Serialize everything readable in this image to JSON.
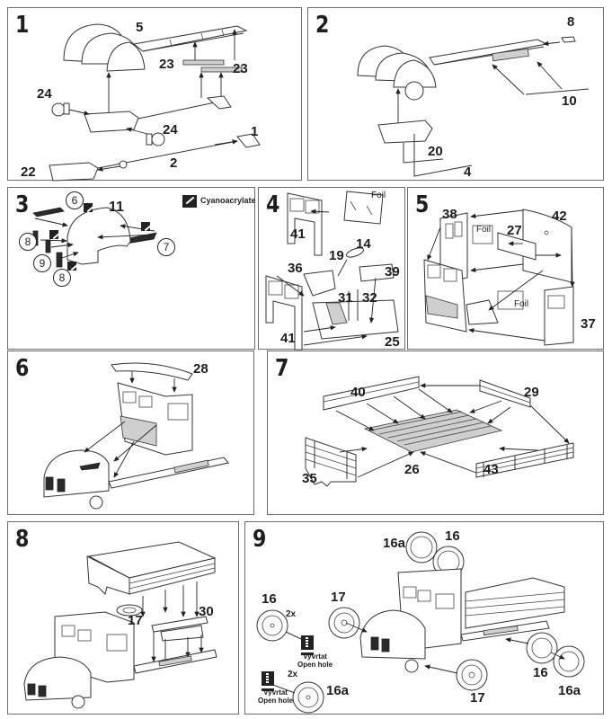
{
  "document": {
    "type": "model kit assembly instructions",
    "legend": {
      "cyanoacrylate_label": "Cyanoacrylate",
      "icon": "cyanoacrylate-glue-icon"
    }
  },
  "steps": [
    {
      "number": "1",
      "part_labels": [
        "5",
        "23",
        "23",
        "24",
        "24",
        "1",
        "2",
        "22"
      ]
    },
    {
      "number": "2",
      "part_labels": [
        "8",
        "10",
        "20",
        "4"
      ]
    },
    {
      "number": "3",
      "part_labels": [
        "6",
        "11",
        "7",
        "8",
        "9",
        "8"
      ],
      "note": "Cyanoacrylate"
    },
    {
      "number": "4",
      "part_labels": [
        "Foil",
        "41",
        "14",
        "19",
        "36",
        "39",
        "31",
        "32",
        "41",
        "25"
      ]
    },
    {
      "number": "5",
      "part_labels": [
        "38",
        "42",
        "Foil",
        "27",
        "Foil",
        "37"
      ]
    },
    {
      "number": "6",
      "part_labels": [
        "28"
      ]
    },
    {
      "number": "7",
      "part_labels": [
        "40",
        "29",
        "26",
        "35",
        "43"
      ]
    },
    {
      "number": "8",
      "part_labels": [
        "17",
        "30"
      ]
    },
    {
      "number": "9",
      "part_labels": [
        "16a",
        "16",
        "16",
        "2x",
        "17",
        "2x",
        "16a",
        "16",
        "16a",
        "17"
      ],
      "drill_note": {
        "cz": "Vyvrtat",
        "en": "Open hole"
      }
    }
  ]
}
